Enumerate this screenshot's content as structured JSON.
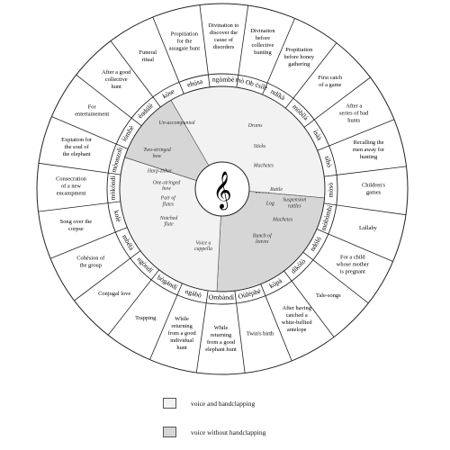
{
  "colors": {
    "voice_and_handclapping": "#f2f2f2",
    "voice_without_handclapping": "#d6d6d6",
    "line": "#222222"
  },
  "center_symbol": "𝄞",
  "legend": [
    {
      "label": "voice and handclapping",
      "color": "#f2f2f2"
    },
    {
      "label": "voice without handclapping",
      "color": "#d6d6d6"
    }
  ],
  "occasions": [
    "Consecration of a new encampment",
    "Expiation for the soul of the elephant",
    "For entertainement",
    "After a good collective hunt",
    "Funeral ritual",
    "Propitiation for the assagaie hunt",
    "Divination to discover the cause of disorders",
    "Divination before collective hunting",
    "Propitiation before honey gathering",
    "First catch of a game",
    "After a series of bad hunts",
    "Recalling the men away for hunting",
    "Children's games",
    "Lullaby",
    "For a child whose mother is pregnant",
    "Tale-songs",
    "After having catched a white-bellied antelope",
    "Twin's birth",
    "While returning from a good elephant hunt",
    "While returning from a good individual hunt",
    "Trapping",
    "Conjugal love",
    "Cohésion of the group",
    "Song over the corpse"
  ],
  "repertoire_names": [
    "mòkóndí",
    "mòonzolì",
    "ìòmbè",
    "èndúlè",
    "kòse",
    "ebúsa",
    "ngòmbè",
    "mò Ob ćsílè",
    "ndíkà",
    "mòbìlá",
    "ìsàà",
    "sìbò",
    "mòsò",
    "mòbòmbì",
    "ndóló",
    "dìkòlò",
    "kòpà",
    "Oùlépbé",
    "Ombàndì",
    "ngàbò",
    "bògándí",
    "ngòndí",
    "mbélà",
    "kolè"
  ],
  "instrument_labels": [
    "Un-accompanied",
    "Drums",
    "Sticks",
    "Machetes",
    "Two-stringed bow",
    "Harp-zither",
    "One-stringed bow",
    "Pair of flutes",
    "Notched flute",
    "Voice a cappella",
    "Rattle",
    "Suspension rattles",
    "Log",
    "Machetes",
    "Bunch of leaves"
  ]
}
